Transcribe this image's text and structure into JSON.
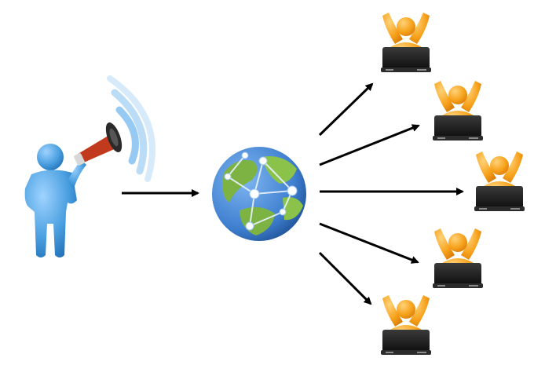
{
  "nodes": {
    "broadcaster": {
      "icon": "person-megaphone-icon"
    },
    "network": {
      "icon": "globe-network-icon"
    },
    "recipients": [
      {
        "icon": "user-laptop-icon"
      },
      {
        "icon": "user-laptop-icon"
      },
      {
        "icon": "user-laptop-icon"
      },
      {
        "icon": "user-laptop-icon"
      },
      {
        "icon": "user-laptop-icon"
      }
    ]
  },
  "edges": [
    {
      "from": "broadcaster",
      "to": "network"
    },
    {
      "from": "network",
      "to": "recipient-1"
    },
    {
      "from": "network",
      "to": "recipient-2"
    },
    {
      "from": "network",
      "to": "recipient-3"
    },
    {
      "from": "network",
      "to": "recipient-4"
    },
    {
      "from": "network",
      "to": "recipient-5"
    }
  ],
  "colors": {
    "person": "#4a9fe0",
    "megaphone": "#c23a1e",
    "signal": "#5aa6e6",
    "ocean": "#3f7fd0",
    "land": "#7cb342",
    "recipient": "#f7a21b",
    "laptop": "#1f1f1f",
    "arrow": "#000000"
  }
}
